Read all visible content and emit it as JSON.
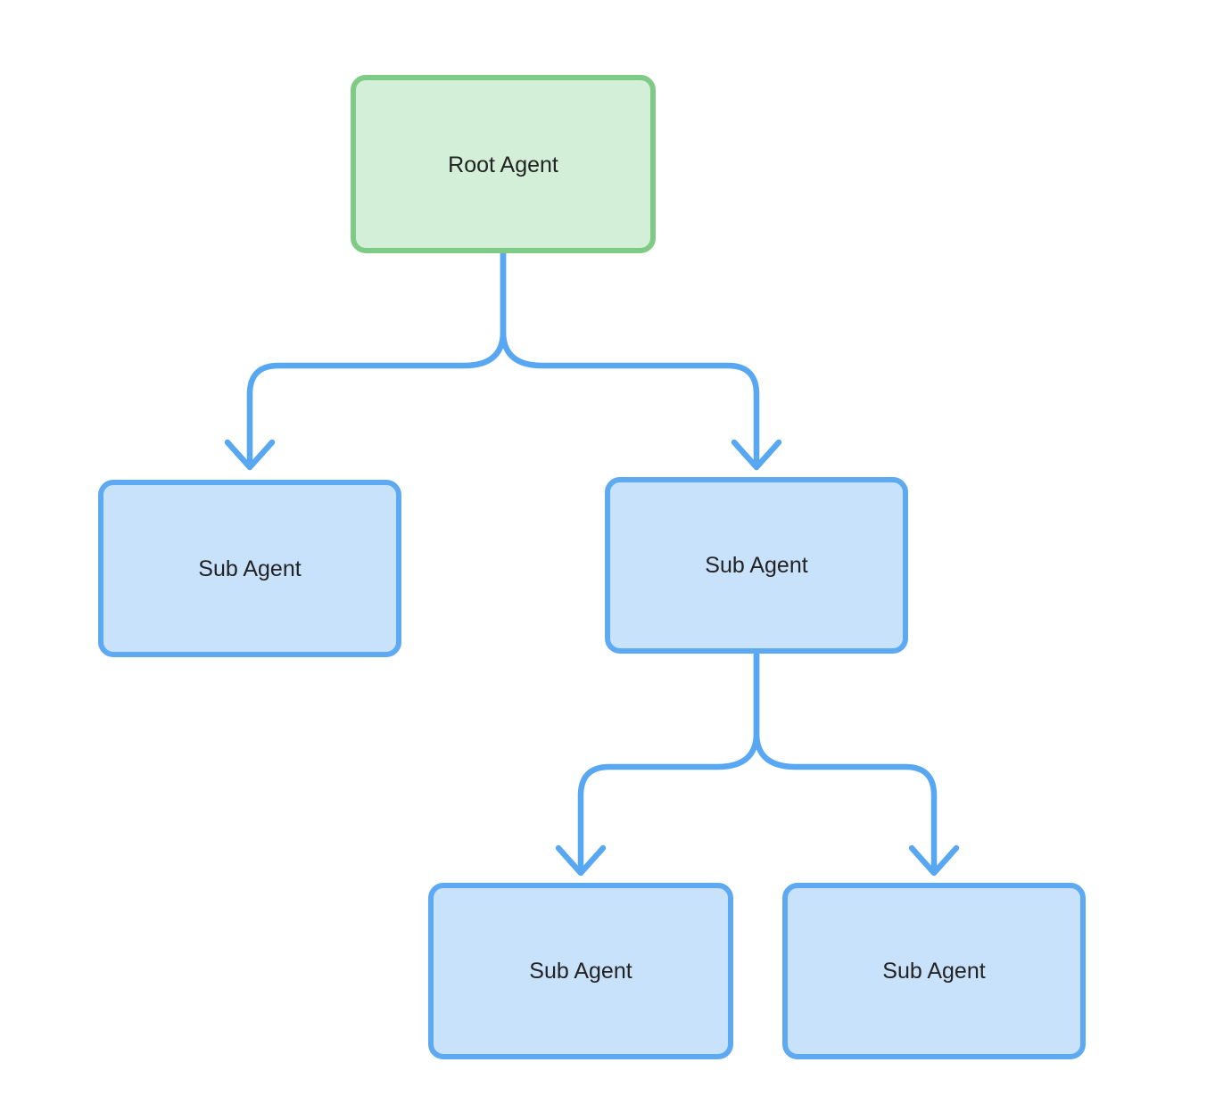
{
  "diagram": {
    "background_color": "#ffffff",
    "edge_color": "#58a7f2",
    "text_color": "#232323",
    "nodes": [
      {
        "id": "root",
        "label": "Root Agent",
        "fill": "#d3efd8",
        "border": "#7fcb85"
      },
      {
        "id": "sub-left",
        "label": "Sub Agent",
        "fill": "#c9e2fb",
        "border": "#5da9f2"
      },
      {
        "id": "sub-right",
        "label": "Sub Agent",
        "fill": "#c9e2fb",
        "border": "#5da9f2"
      },
      {
        "id": "sub-bottom-left",
        "label": "Sub Agent",
        "fill": "#c9e2fb",
        "border": "#5da9f2"
      },
      {
        "id": "sub-bottom-right",
        "label": "Sub Agent",
        "fill": "#c9e2fb",
        "border": "#5da9f2"
      }
    ],
    "edges": [
      {
        "from": "root",
        "to": "sub-left"
      },
      {
        "from": "root",
        "to": "sub-right"
      },
      {
        "from": "sub-right",
        "to": "sub-bottom-left"
      },
      {
        "from": "sub-right",
        "to": "sub-bottom-right"
      }
    ]
  }
}
